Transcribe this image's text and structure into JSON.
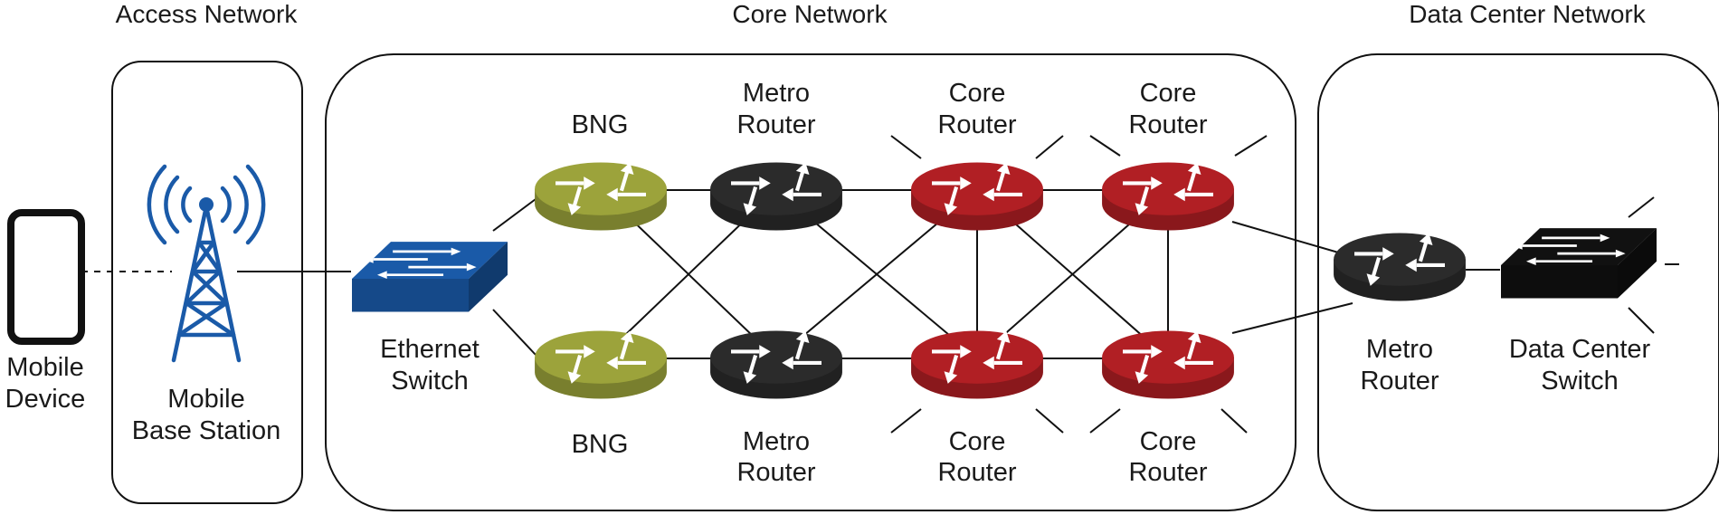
{
  "sections": {
    "access": {
      "title": "Access Network"
    },
    "core": {
      "title": "Core Network"
    },
    "datacenter": {
      "title": "Data Center Network"
    }
  },
  "nodes": {
    "mobile_device": {
      "label": [
        "Mobile",
        "Device"
      ],
      "icon": "smartphone-icon"
    },
    "base_station": {
      "label": [
        "Mobile",
        "Base Station"
      ],
      "icon": "cell-tower-icon",
      "color": "#1a5aa8"
    },
    "ethernet_switch": {
      "label": [
        "Ethernet",
        "Switch"
      ],
      "icon": "switch-icon",
      "color": "#1a5aa8"
    },
    "bng_top": {
      "label": [
        "BNG"
      ],
      "icon": "router-icon",
      "color": "#9ca33b"
    },
    "bng_bottom": {
      "label": [
        "BNG"
      ],
      "icon": "router-icon",
      "color": "#9ca33b"
    },
    "metro_top": {
      "label": [
        "Metro",
        "Router"
      ],
      "icon": "router-icon",
      "color": "#2b2b2b"
    },
    "metro_bottom": {
      "label": [
        "Metro",
        "Router"
      ],
      "icon": "router-icon",
      "color": "#2b2b2b"
    },
    "core_1": {
      "label": [
        "Core",
        "Router"
      ],
      "icon": "router-icon",
      "color": "#b11f24"
    },
    "core_2": {
      "label": [
        "Core",
        "Router"
      ],
      "icon": "router-icon",
      "color": "#b11f24"
    },
    "core_3": {
      "label": [
        "Core",
        "Router"
      ],
      "icon": "router-icon",
      "color": "#b11f24"
    },
    "core_4": {
      "label": [
        "Core",
        "Router"
      ],
      "icon": "router-icon",
      "color": "#b11f24"
    },
    "dc_metro": {
      "label": [
        "Metro",
        "Router"
      ],
      "icon": "router-icon",
      "color": "#2b2b2b"
    },
    "dc_switch": {
      "label": [
        "Data Center",
        "Switch"
      ],
      "icon": "switch-icon",
      "color": "#111111"
    }
  },
  "links": [
    {
      "from": "mobile_device",
      "to": "base_station",
      "style": "dashed"
    },
    {
      "from": "base_station",
      "to": "ethernet_switch",
      "style": "solid"
    },
    {
      "from": "ethernet_switch",
      "to": "bng_top",
      "style": "solid"
    },
    {
      "from": "ethernet_switch",
      "to": "bng_bottom",
      "style": "solid"
    },
    {
      "from": "bng_top",
      "to": "metro_top",
      "style": "solid"
    },
    {
      "from": "bng_top",
      "to": "metro_bottom",
      "style": "solid"
    },
    {
      "from": "bng_bottom",
      "to": "metro_top",
      "style": "solid"
    },
    {
      "from": "bng_bottom",
      "to": "metro_bottom",
      "style": "solid"
    },
    {
      "from": "metro_top",
      "to": "core_1",
      "style": "solid"
    },
    {
      "from": "metro_top",
      "to": "core_3",
      "style": "solid"
    },
    {
      "from": "metro_bottom",
      "to": "core_3",
      "style": "solid"
    },
    {
      "from": "metro_bottom",
      "to": "core_1",
      "style": "solid"
    },
    {
      "from": "core_1",
      "to": "core_2",
      "style": "solid"
    },
    {
      "from": "core_1",
      "to": "core_3",
      "style": "solid"
    },
    {
      "from": "core_1",
      "to": "core_4",
      "style": "solid"
    },
    {
      "from": "core_2",
      "to": "core_4",
      "style": "solid"
    },
    {
      "from": "core_2",
      "to": "core_3",
      "style": "solid"
    },
    {
      "from": "core_3",
      "to": "core_4",
      "style": "solid"
    },
    {
      "from": "core_2",
      "to": "dc_metro",
      "style": "solid"
    },
    {
      "from": "core_4",
      "to": "dc_metro",
      "style": "solid"
    },
    {
      "from": "dc_metro",
      "to": "dc_switch",
      "style": "solid"
    }
  ]
}
